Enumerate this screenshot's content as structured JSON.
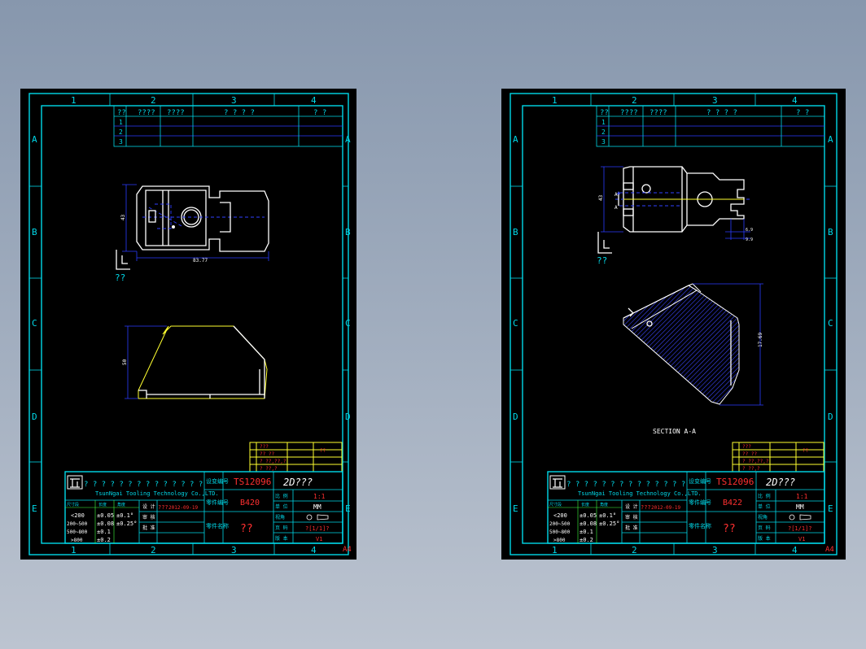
{
  "zone_columns": [
    "1",
    "2",
    "3",
    "4"
  ],
  "zone_rows": [
    "A",
    "B",
    "C",
    "D",
    "E"
  ],
  "sheet_size": "A4",
  "revision_table": {
    "headers": [
      "??",
      "????",
      "????",
      "? ? ? ?",
      "? ?"
    ],
    "rows": [
      "1",
      "2",
      "3"
    ]
  },
  "title_block": {
    "company_chars": "? ? ? ? ? ? ? ? ? ? ? ? ? ?",
    "company_en": "TsunNgai Tooling Technology Co.,LTD.",
    "drawing_no_label": "设变编号",
    "drawing_no": "TS12096",
    "doc_type": "2D???",
    "part_no_label": "零件编号",
    "scale": "1:1",
    "unit": "MM",
    "part_name_label": "零件名称",
    "part_name": "??",
    "date": "2012-09-19",
    "date_prefix": "???",
    "sheet_index": "?[1/1]?",
    "version": "V1",
    "tolerance_header": [
      "尺寸段",
      "长度",
      "角度"
    ],
    "tolerance_rows": [
      [
        "<200",
        "±0.05",
        "±0.1°"
      ],
      [
        "200~500",
        "±0.08",
        "±0.25°"
      ],
      [
        "500~800",
        "±0.1",
        ""
      ],
      [
        ">800",
        "±0.2",
        ""
      ]
    ],
    "row_labels": [
      "设 计",
      "审 核",
      "批 准"
    ],
    "right_labels": [
      "比 例",
      "单 位",
      "视角",
      "页 码",
      "版 本"
    ]
  },
  "notes_table": {
    "rows": [
      [
        "???",
        "",
        "??"
      ],
      [
        "?? ??",
        "",
        ""
      ],
      [
        "? ??,??,?",
        "...",
        ""
      ],
      [
        "? ??,?",
        "",
        ""
      ]
    ]
  },
  "sheets": [
    {
      "part_no": "B420",
      "view_label": "??",
      "dim_length": "83.77",
      "dim_width": "43",
      "dim_height": "50"
    },
    {
      "part_no": "B422",
      "view_label": "??",
      "section_label": "SECTION A-A",
      "dim_height": "43",
      "dim_small_1": "6.9",
      "dim_small_2": "9.9",
      "dim_diag": "17.69"
    }
  ]
}
